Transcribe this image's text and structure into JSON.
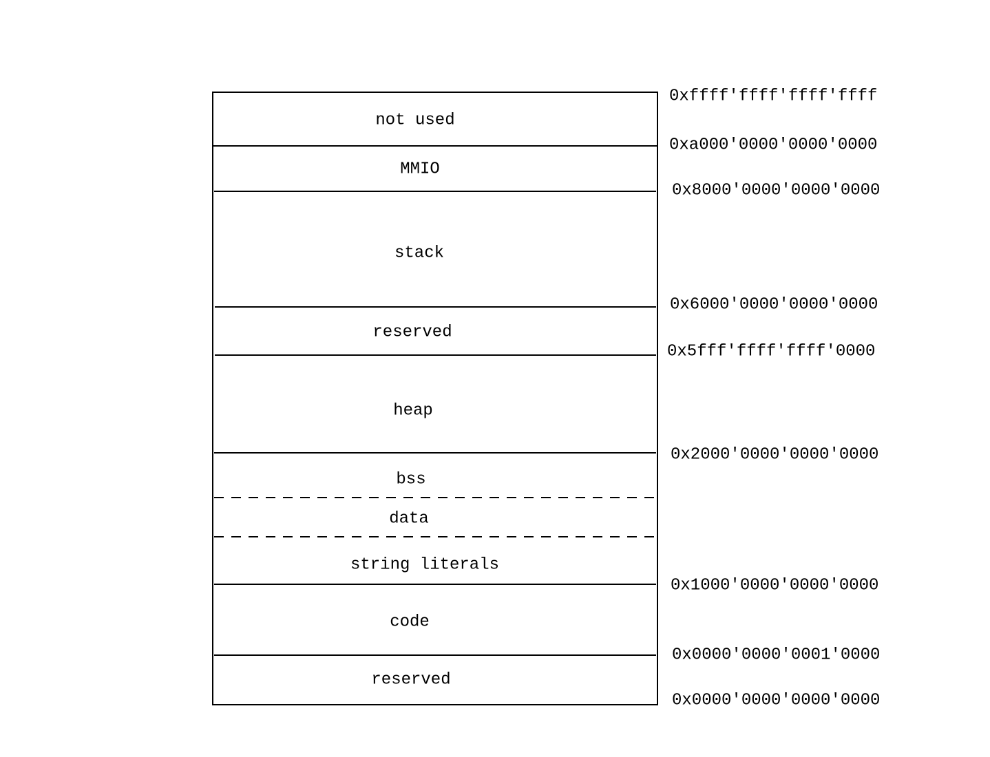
{
  "memory_map": {
    "segments": [
      {
        "label": "not used"
      },
      {
        "label": "MMIO"
      },
      {
        "label": "stack"
      },
      {
        "label": "reserved"
      },
      {
        "label": "heap"
      },
      {
        "label": "bss"
      },
      {
        "label": "data"
      },
      {
        "label": "string literals"
      },
      {
        "label": "code"
      },
      {
        "label": "reserved"
      }
    ],
    "addresses": [
      "0xffff'ffff'ffff'ffff",
      "0xa000'0000'0000'0000",
      "0x8000'0000'0000'0000",
      "0x6000'0000'0000'0000",
      "0x5fff'ffff'ffff'0000",
      "0x2000'0000'0000'0000",
      "0x1000'0000'0000'0000",
      "0x0000'0000'0001'0000",
      "0x0000'0000'0000'0000"
    ]
  }
}
